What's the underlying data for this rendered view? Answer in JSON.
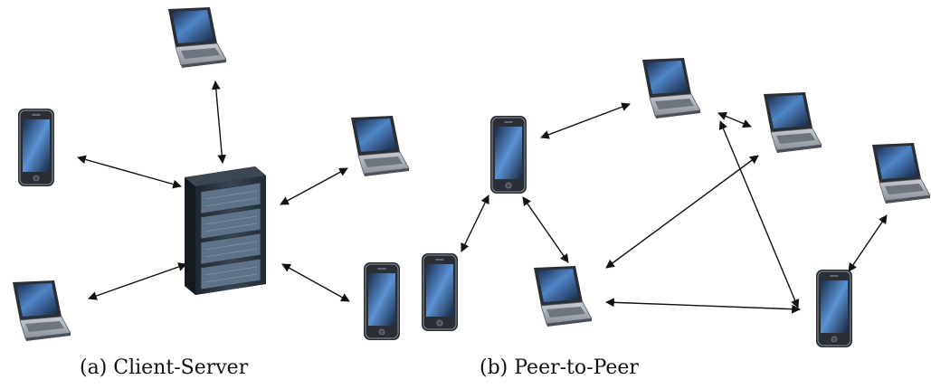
{
  "captions": {
    "a": "(a) Client-Server",
    "b": "(b) Peer-to-Peer"
  },
  "colors": {
    "arrow": "#111111",
    "device_dark": "#2a2f36",
    "screen_blue": "#3f6fb0",
    "server_body": "#2b3440",
    "server_panel": "#6a7f95"
  },
  "diagrams": [
    {
      "id": "client-server",
      "nodes": [
        {
          "id": "cs-server",
          "icon": "server-rack-icon"
        },
        {
          "id": "cs-laptop-top",
          "icon": "laptop-icon"
        },
        {
          "id": "cs-phone-left",
          "icon": "smartphone-icon"
        },
        {
          "id": "cs-laptop-right",
          "icon": "laptop-icon"
        },
        {
          "id": "cs-laptop-bottom-left",
          "icon": "laptop-icon"
        },
        {
          "id": "cs-phone-bottom-right",
          "icon": "smartphone-icon"
        }
      ],
      "links": [
        [
          "cs-laptop-top",
          "cs-server"
        ],
        [
          "cs-phone-left",
          "cs-server"
        ],
        [
          "cs-laptop-right",
          "cs-server"
        ],
        [
          "cs-laptop-bottom-left",
          "cs-server"
        ],
        [
          "cs-phone-bottom-right",
          "cs-server"
        ]
      ]
    },
    {
      "id": "peer-to-peer",
      "nodes": [
        {
          "id": "p2p-phone-top",
          "icon": "smartphone-icon"
        },
        {
          "id": "p2p-laptop-top",
          "icon": "laptop-icon"
        },
        {
          "id": "p2p-laptop-mid-right",
          "icon": "laptop-icon"
        },
        {
          "id": "p2p-laptop-far-right",
          "icon": "laptop-icon"
        },
        {
          "id": "p2p-phone-bottom-left",
          "icon": "smartphone-icon"
        },
        {
          "id": "p2p-laptop-bottom",
          "icon": "laptop-icon"
        },
        {
          "id": "p2p-phone-bottom-right",
          "icon": "smartphone-icon"
        }
      ],
      "links": [
        [
          "p2p-phone-top",
          "p2p-laptop-top"
        ],
        [
          "p2p-laptop-top",
          "p2p-laptop-mid-right"
        ],
        [
          "p2p-phone-top",
          "p2p-phone-bottom-left"
        ],
        [
          "p2p-phone-top",
          "p2p-laptop-bottom"
        ],
        [
          "p2p-laptop-mid-right",
          "p2p-laptop-bottom"
        ],
        [
          "p2p-laptop-top",
          "p2p-phone-bottom-right"
        ],
        [
          "p2p-laptop-bottom",
          "p2p-phone-bottom-right"
        ],
        [
          "p2p-laptop-far-right",
          "p2p-phone-bottom-right"
        ]
      ]
    }
  ]
}
